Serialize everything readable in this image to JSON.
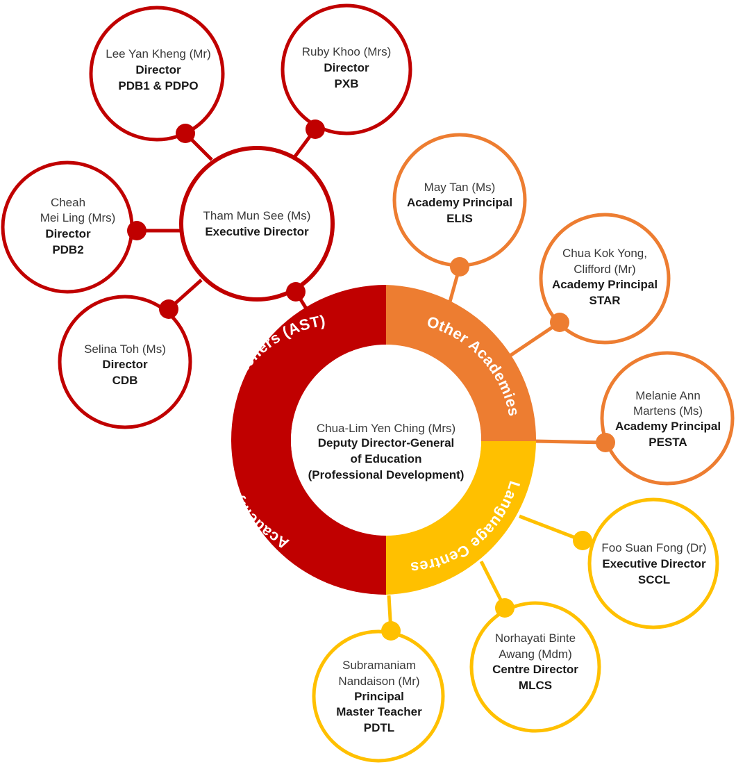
{
  "colors": {
    "ast": "#c00000",
    "academies": "#ed7d31",
    "language": "#ffc000"
  },
  "ring": {
    "ast_label": "Academy of Singapore Teachers (AST)",
    "academies_label": "Other Academies",
    "language_label": "Language Centres"
  },
  "center": {
    "name": "Chua-Lim Yen Ching (Mrs)",
    "role_line1": "Deputy Director-General",
    "role_line2": "of Education",
    "role_line3": "(Professional Development)"
  },
  "ast_hub": {
    "name": "Tham Mun See (Ms)",
    "role": "Executive Director"
  },
  "ast_nodes": [
    {
      "name_line1": "Lee Yan Kheng (Mr)",
      "name_line2": "",
      "role": "Director",
      "unit": "PDB1 & PDPO"
    },
    {
      "name_line1": "Ruby Khoo (Mrs)",
      "name_line2": "",
      "role": "Director",
      "unit": "PXB"
    },
    {
      "name_line1": "Cheah",
      "name_line2": "Mei Ling (Mrs)",
      "role": "Director",
      "unit": "PDB2"
    },
    {
      "name_line1": "Selina Toh (Ms)",
      "name_line2": "",
      "role": "Director",
      "unit": "CDB"
    }
  ],
  "academy_nodes": [
    {
      "name_line1": "May Tan (Ms)",
      "name_line2": "",
      "role": "Academy Principal",
      "unit": "ELIS"
    },
    {
      "name_line1": "Chua Kok Yong,",
      "name_line2": "Clifford (Mr)",
      "role": "Academy Principal",
      "unit": "STAR"
    },
    {
      "name_line1": "Melanie Ann",
      "name_line2": "Martens (Ms)",
      "role": "Academy Principal",
      "unit": "PESTA"
    }
  ],
  "language_nodes": [
    {
      "name_line1": "Foo Suan Fong (Dr)",
      "name_line2": "",
      "role": "Executive Director",
      "role_line2": "",
      "unit": "SCCL"
    },
    {
      "name_line1": "Norhayati Binte",
      "name_line2": "Awang (Mdm)",
      "role": "Centre Director",
      "role_line2": "",
      "unit": "MLCS"
    },
    {
      "name_line1": "Subramaniam",
      "name_line2": "Nandaison (Mr)",
      "role": "Principal",
      "role_line2": "Master Teacher",
      "unit": "PDTL"
    }
  ]
}
